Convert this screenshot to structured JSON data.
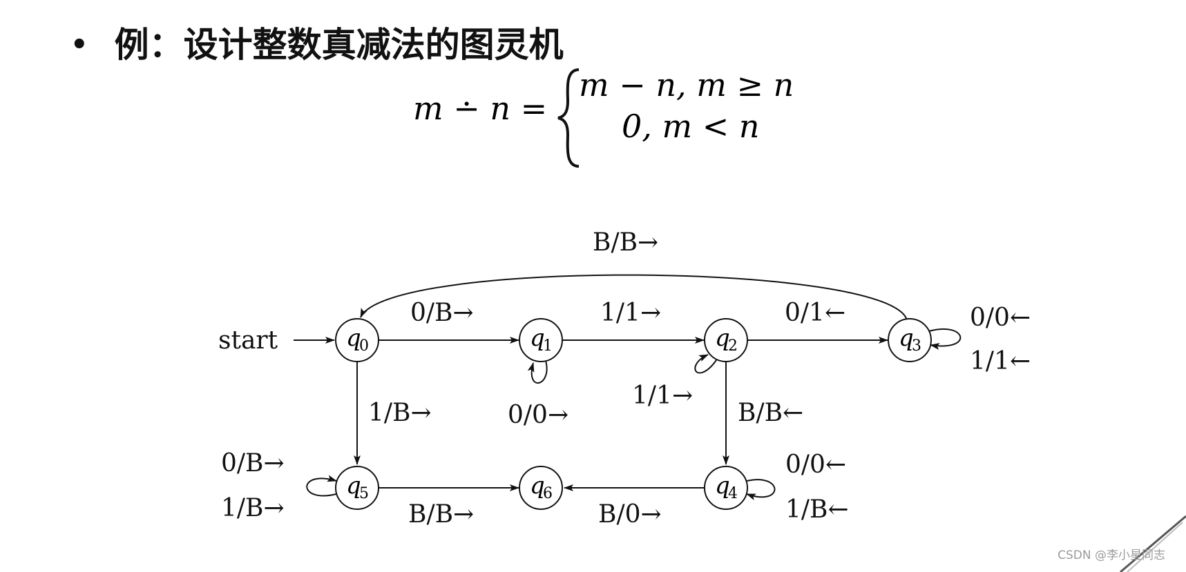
{
  "slide": {
    "bullet": "•",
    "title": "例：设计整数真减法的图灵机"
  },
  "formula": {
    "lhs": "m ∸ n =",
    "case1": "m − n, m ≥ n",
    "case2": "0, m < n"
  },
  "diagram": {
    "start_label": "start",
    "states": [
      {
        "id": "q0",
        "base": "q",
        "sub": "0"
      },
      {
        "id": "q1",
        "base": "q",
        "sub": "1"
      },
      {
        "id": "q2",
        "base": "q",
        "sub": "2"
      },
      {
        "id": "q3",
        "base": "q",
        "sub": "3"
      },
      {
        "id": "q4",
        "base": "q",
        "sub": "4"
      },
      {
        "id": "q5",
        "base": "q",
        "sub": "5"
      },
      {
        "id": "q6",
        "base": "q",
        "sub": "6"
      }
    ],
    "transitions": {
      "q3_to_q0": "B/B→",
      "q0_to_q1": "0/B→",
      "q1_to_q2": "1/1→",
      "q2_to_q3": "0/1←",
      "q3_loop_0": "0/0←",
      "q3_loop_1": "1/1←",
      "q1_loop": "0/0→",
      "q2_loop": "1/1→",
      "q0_to_q5": "1/B→",
      "q2_to_q4": "B/B←",
      "q5_loop_0": "0/B→",
      "q5_loop_1": "1/B→",
      "q5_to_q6": "B/B→",
      "q4_to_q6": "B/0→",
      "q4_loop_0": "0/0←",
      "q4_loop_1": "1/B←"
    }
  },
  "watermark": "CSDN @李小星同志"
}
